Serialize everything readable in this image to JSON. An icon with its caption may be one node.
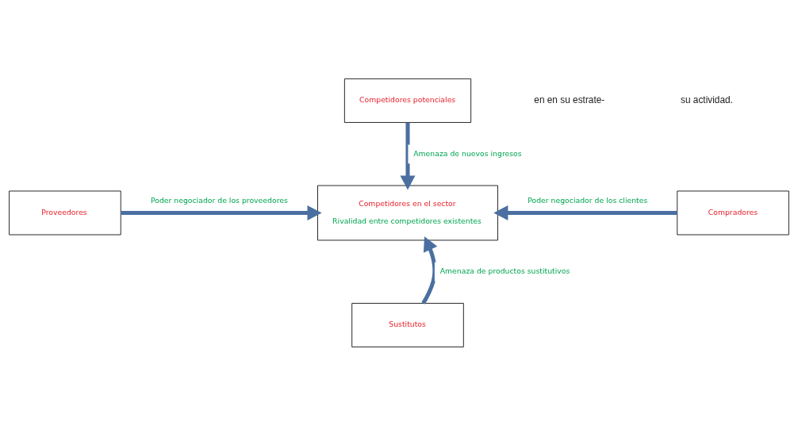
{
  "diagram": {
    "nodes": [
      {
        "text": [
          "Competidores potenciales"
        ]
      },
      {
        "text": [
          "Proveedores"
        ]
      },
      {
        "text": [
          "Competidores en el sector",
          "Rivalidad entre competidores existentes"
        ]
      },
      {
        "text": [
          "Compradores"
        ]
      },
      {
        "text": [
          "Sustitutos"
        ]
      }
    ],
    "edges": [
      {
        "from": 0,
        "to": 2,
        "arrow": "to",
        "label": "Amenaza de nuevos ingresos"
      },
      {
        "from": 1,
        "to": 2,
        "arrow": "to",
        "label": "Poder negociador de los proveedores"
      },
      {
        "from": 3,
        "to": 2,
        "arrow": "to",
        "label": "Poder negociador de los clientes"
      },
      {
        "from": 4,
        "to": 2,
        "arrow": "to",
        "label": "Amenaza de productos sustitutivos"
      }
    ],
    "labels": [
      "en en su estrate-",
      "su actividad."
    ]
  }
}
